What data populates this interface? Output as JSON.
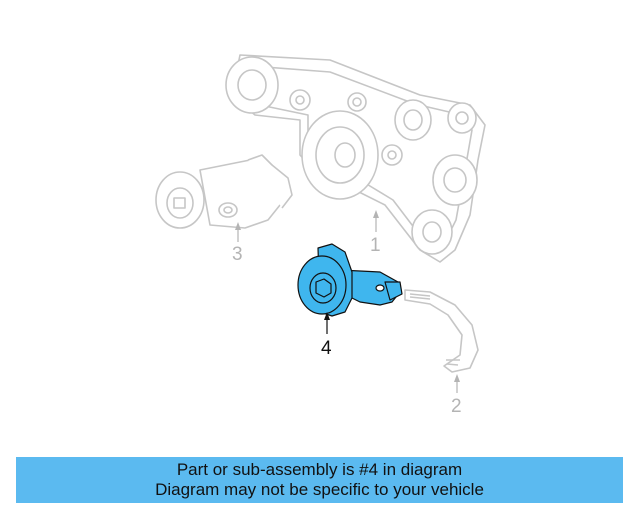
{
  "diagram": {
    "callouts": {
      "c1": "1",
      "c2": "2",
      "c3": "3",
      "c4": "4"
    },
    "colors": {
      "faded_line": "#c6c6c6",
      "highlight_fill": "#3fb6ee",
      "highlight_stroke": "#111111",
      "banner": "#5bbaf0"
    },
    "highlighted_part": "4"
  },
  "banner": {
    "line1": "Part or sub-assembly is #4 in diagram",
    "line2": "Diagram may not be specific to your vehicle"
  }
}
